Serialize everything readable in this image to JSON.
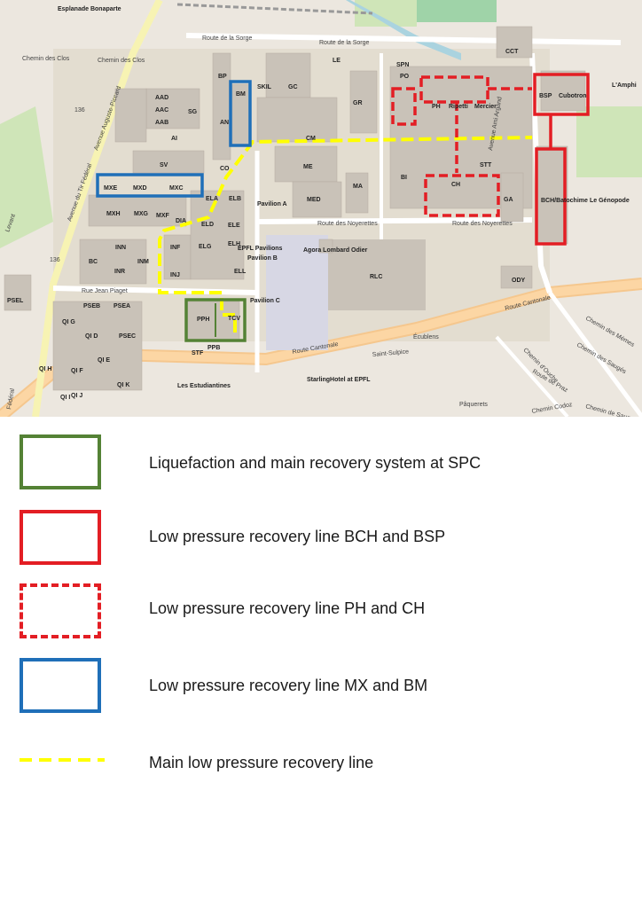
{
  "map": {
    "buildings": [
      "BP",
      "BM",
      "AN",
      "SKIL",
      "GC",
      "LE",
      "SPN",
      "PO",
      "PH",
      "Ripetti",
      "Mercier",
      "BSP",
      "Cubotron",
      "L'Amphi",
      "CCT",
      "GR",
      "AAD",
      "AAC",
      "AAB",
      "SG",
      "AI",
      "CM",
      "SV",
      "CO",
      "ME",
      "MED",
      "MA",
      "BI",
      "CH",
      "STT",
      "GA",
      "BCH/Batochime",
      "Le Génopode",
      "MXE",
      "MXD",
      "MXC",
      "MXH",
      "MXG",
      "MXF",
      "DIA",
      "ELA",
      "ELB",
      "ELD",
      "ELE",
      "ELG",
      "ELH",
      "ELL",
      "INN",
      "INM",
      "INF",
      "INR",
      "INJ",
      "BC",
      "Pavilion A",
      "EPFL Pavilions",
      "Pavilion B",
      "Agora Lombard Odier",
      "RLC",
      "Pavilion C",
      "PPH",
      "TCV",
      "PPB",
      "STF",
      "PSEB",
      "PSEA",
      "PSEC",
      "PSEL",
      "QI G",
      "QI D",
      "QI E",
      "QI F",
      "QI H",
      "QI J",
      "QI K",
      "QI I",
      "ODY",
      "Les Estudiantines",
      "StarlingHotel at EPFL",
      "Esplanade Bonaparte"
    ],
    "roads": [
      "Route de la Sorge",
      "Route de la Sorge",
      "Route des Noyerettes",
      "Route des Noyerettes",
      "Rue Jean Piaget",
      "Route Cantonale",
      "Route Cantonale",
      "Chemin des Clos",
      "Chemin des Clos",
      "Avenue du Tir Fédéral",
      "Avenue Auguste-Piccard",
      "Avenue Ami Argand",
      "Chemin d'Ouche",
      "Chemin des Mèmes",
      "Chemin des Saugés",
      "Chemin de Sauges",
      "Écublens",
      "Saint-Sulpice",
      "Route de Praz",
      "Chemin Codoz",
      "Pâquerets",
      "Fédéral",
      "Levant",
      "136",
      "136"
    ]
  },
  "legend": {
    "items": [
      {
        "label": "Liquefaction and main recovery system at SPC",
        "color": "#548235",
        "style": "solid"
      },
      {
        "label": "Low pressure recovery line BCH and BSP",
        "color": "#e31e24",
        "style": "solid"
      },
      {
        "label": "Low pressure recovery line PH and CH",
        "color": "#e31e24",
        "style": "dashed"
      },
      {
        "label": "Low pressure recovery line MX and BM",
        "color": "#1f6fb8",
        "style": "solid"
      },
      {
        "label": "Main low pressure recovery line",
        "color": "#ffff00",
        "style": "line-dashed"
      }
    ]
  }
}
